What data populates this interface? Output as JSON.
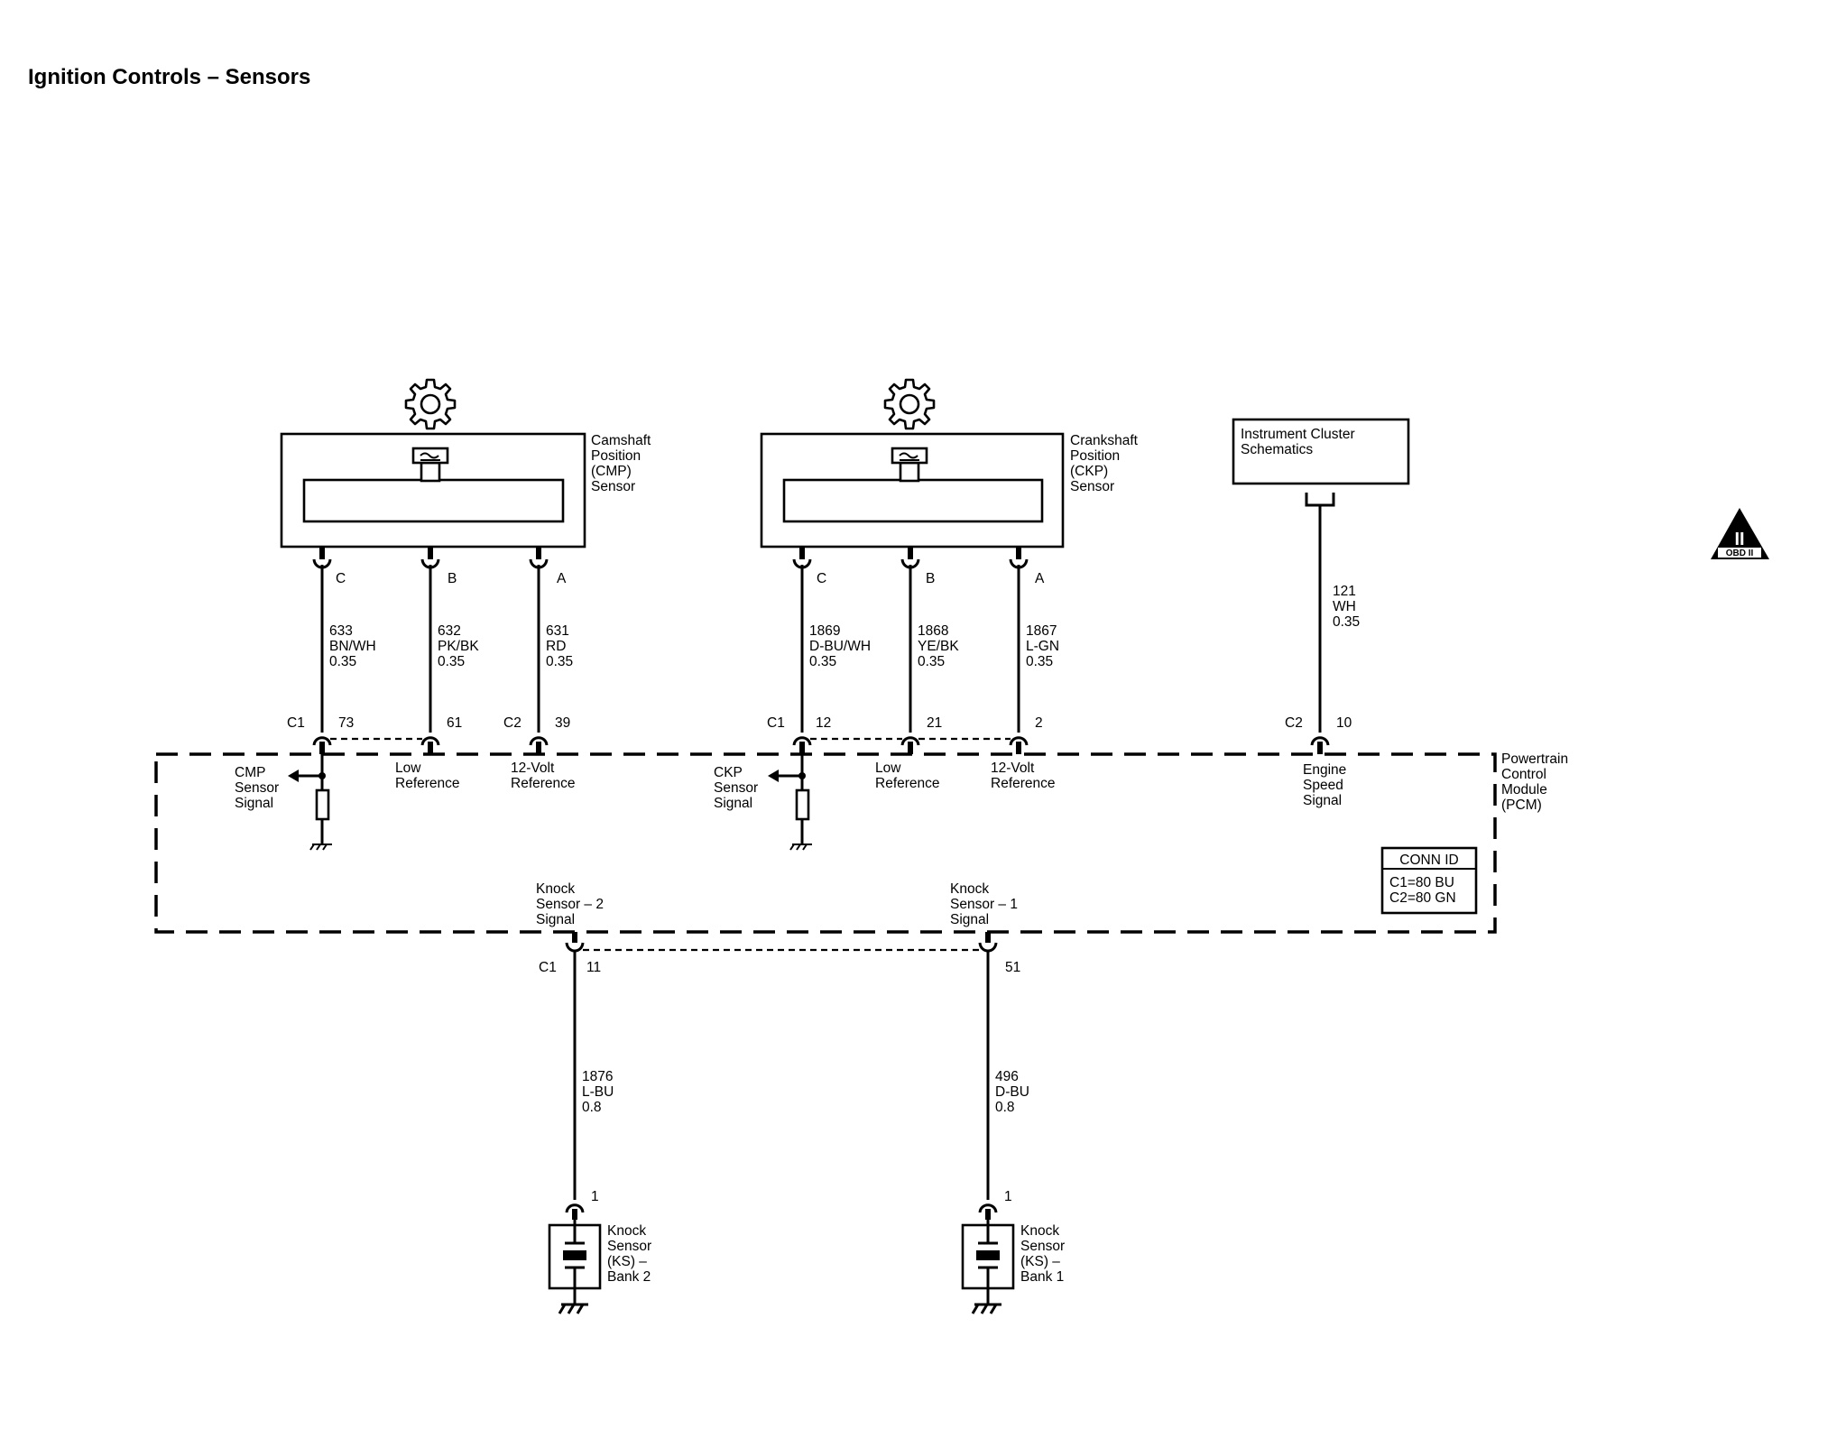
{
  "title": "Ignition Controls – Sensors",
  "sensors": {
    "cmp": {
      "label": [
        "Camshaft",
        "Position",
        "(CMP)",
        "Sensor"
      ],
      "pins": [
        "C",
        "B",
        "A"
      ]
    },
    "ckp": {
      "label": [
        "Crankshaft",
        "Position",
        "(CKP)",
        "Sensor"
      ],
      "pins": [
        "C",
        "B",
        "A"
      ]
    }
  },
  "instrument_cluster": {
    "label": [
      "Instrument Cluster",
      "Schematics"
    ]
  },
  "obd_badge": {
    "roman": "II",
    "text": "OBD II"
  },
  "wires": {
    "cmp_c": [
      "633",
      "BN/WH",
      "0.35"
    ],
    "cmp_b": [
      "632",
      "PK/BK",
      "0.35"
    ],
    "cmp_a": [
      "631",
      "RD",
      "0.35"
    ],
    "ckp_c": [
      "1869",
      "D-BU/WH",
      "0.35"
    ],
    "ckp_b": [
      "1868",
      "YE/BK",
      "0.35"
    ],
    "ckp_a": [
      "1867",
      "L-GN",
      "0.35"
    ],
    "engine_speed": [
      "121",
      "WH",
      "0.35"
    ],
    "ks2": [
      "1876",
      "L-BU",
      "0.8"
    ],
    "ks1": [
      "496",
      "D-BU",
      "0.8"
    ]
  },
  "pcm_terminals": {
    "cmp_signal": {
      "connector": "C1",
      "pin": "73"
    },
    "cmp_low": {
      "pin": "61"
    },
    "cmp_12v": {
      "connector": "C2",
      "pin": "39"
    },
    "ckp_signal": {
      "connector": "C1",
      "pin": "12"
    },
    "ckp_low": {
      "pin": "21"
    },
    "ckp_12v": {
      "pin": "2"
    },
    "engine_speed": {
      "connector": "C2",
      "pin": "10"
    },
    "ks2": {
      "connector": "C1",
      "pin": "11"
    },
    "ks1": {
      "pin": "51"
    }
  },
  "pcm_labels": {
    "cmp_signal": [
      "CMP",
      "Sensor",
      "Signal"
    ],
    "low_reference": [
      "Low",
      "Reference"
    ],
    "twelve_volt_reference": [
      "12-Volt",
      "Reference"
    ],
    "ckp_signal": [
      "CKP",
      "Sensor",
      "Signal"
    ],
    "engine_speed_signal": [
      "Engine",
      "Speed",
      "Signal"
    ],
    "ks2_signal": [
      "Knock",
      "Sensor – 2",
      "Signal"
    ],
    "ks1_signal": [
      "Knock",
      "Sensor – 1",
      "Signal"
    ],
    "module": [
      "Powertrain",
      "Control",
      "Module",
      "(PCM)"
    ]
  },
  "conn_id": {
    "header": "CONN ID",
    "lines": [
      "C1=80 BU",
      "C2=80 GN"
    ]
  },
  "knock_sensors": {
    "bank2": {
      "pin": "1",
      "label": [
        "Knock",
        "Sensor",
        "(KS) –",
        "Bank 2"
      ]
    },
    "bank1": {
      "pin": "1",
      "label": [
        "Knock",
        "Sensor",
        "(KS) –",
        "Bank 1"
      ]
    }
  }
}
